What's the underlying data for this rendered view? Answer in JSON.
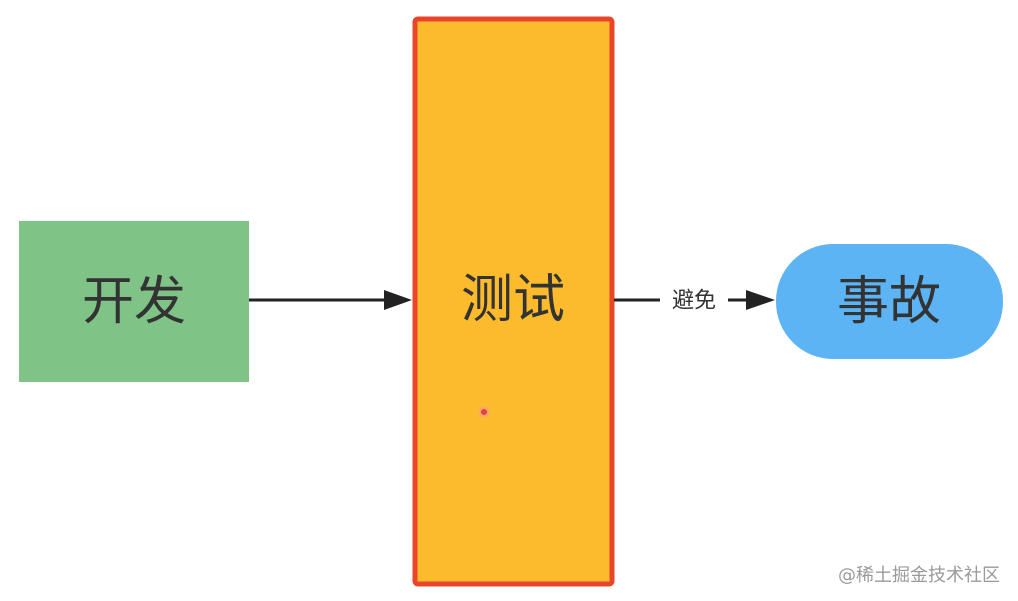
{
  "diagram": {
    "nodes": {
      "develop": {
        "label": "开发",
        "fill": "#7fc386"
      },
      "test": {
        "label": "测试",
        "fill": "#fbbb2d",
        "stroke": "#e8452b"
      },
      "incident": {
        "label": "事故",
        "fill": "#5cb4f4"
      }
    },
    "edges": {
      "develop_to_test": {
        "label": ""
      },
      "test_to_incident": {
        "label": "避免"
      }
    },
    "pointer": {
      "color": "#e8452b"
    }
  },
  "watermark": {
    "text": "@稀土掘金技术社区"
  }
}
